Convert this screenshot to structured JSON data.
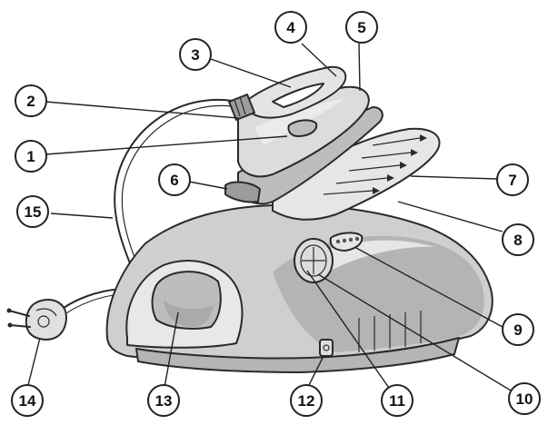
{
  "colors": {
    "outline": "#2a2a2a",
    "base_fill": "#c9c9c9",
    "base_shadow": "#9e9e9e",
    "iron_fill": "#dcdcdc",
    "soleplate": "#bdbdbd",
    "tray_fill": "#e4e4e4"
  },
  "icons": {
    "plug": "plug-icon",
    "iron": "iron-icon",
    "station": "base-station-icon",
    "dial": "dial-icon"
  },
  "callouts": [
    {
      "id": "c1",
      "label": "1"
    },
    {
      "id": "c2",
      "label": "2"
    },
    {
      "id": "c3",
      "label": "3"
    },
    {
      "id": "c4",
      "label": "4"
    },
    {
      "id": "c5",
      "label": "5"
    },
    {
      "id": "c6",
      "label": "6"
    },
    {
      "id": "c7",
      "label": "7"
    },
    {
      "id": "c8",
      "label": "8"
    },
    {
      "id": "c9",
      "label": "9"
    },
    {
      "id": "c10",
      "label": "10"
    },
    {
      "id": "c11",
      "label": "11"
    },
    {
      "id": "c12",
      "label": "12"
    },
    {
      "id": "c13",
      "label": "13"
    },
    {
      "id": "c14",
      "label": "14"
    },
    {
      "id": "c15",
      "label": "15"
    }
  ]
}
